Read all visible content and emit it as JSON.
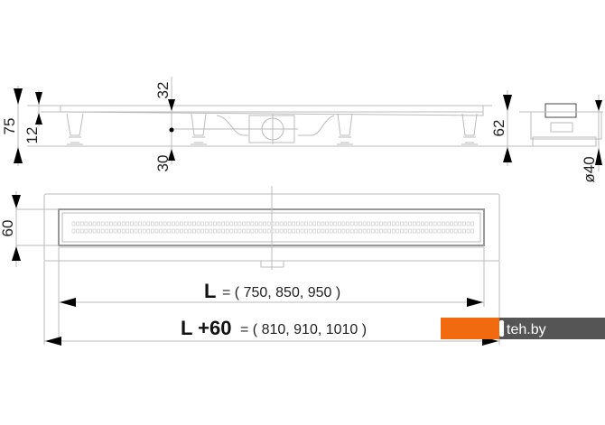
{
  "drawing": {
    "dimensions": {
      "total_height": "75",
      "grate_thickness": "12",
      "top_offset": "32",
      "bottom_offset": "30",
      "body_height": "62",
      "outlet_diameter": "ø40",
      "width": "60"
    },
    "length": {
      "symbol": "L",
      "values": "= ( 750, 850, 950 )"
    },
    "total_length": {
      "symbol": "L +60",
      "values": "= ( 810, 910, 1010 )"
    }
  },
  "watermark": {
    "text": "teh.by",
    "colors": {
      "orange": "#f26a10",
      "dark": "#555555"
    }
  }
}
